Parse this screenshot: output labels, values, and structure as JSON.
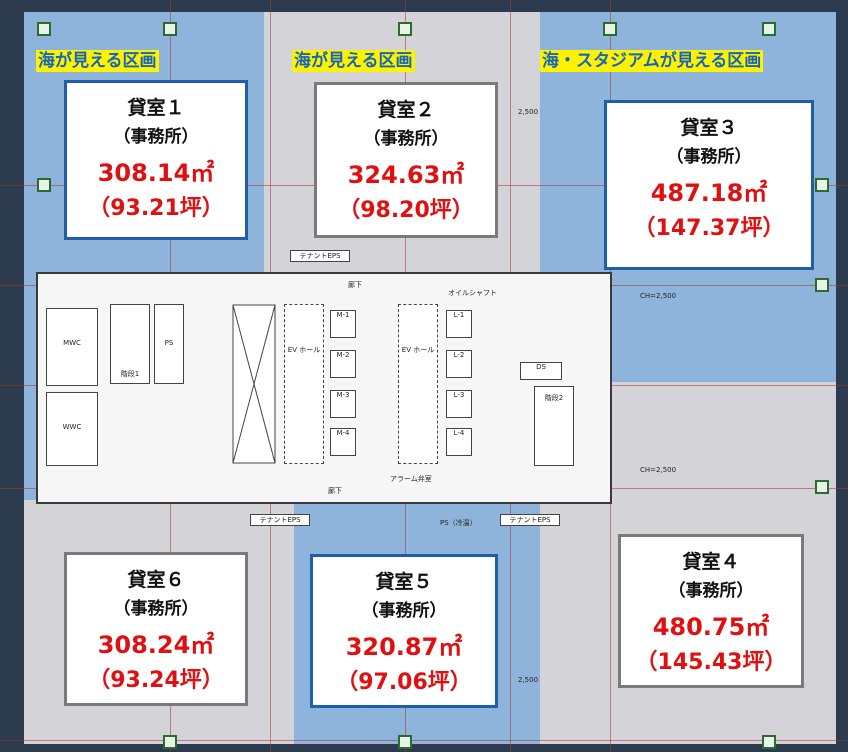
{
  "banners": {
    "top_left": "海が見える区画",
    "top_center": "海が見える区画",
    "top_right": "海・スタジアムが見える区画"
  },
  "rooms": {
    "room1": {
      "name": "貸室１",
      "use": "（事務所）",
      "area": "308.14㎡",
      "tsubo": "（93.21坪）"
    },
    "room2": {
      "name": "貸室２",
      "use": "（事務所）",
      "area": "324.63㎡",
      "tsubo": "（98.20坪）"
    },
    "room3": {
      "name": "貸室３",
      "use": "（事務所）",
      "area": "487.18㎡",
      "tsubo": "（147.37坪）"
    },
    "room4": {
      "name": "貸室４",
      "use": "（事務所）",
      "area": "480.75㎡",
      "tsubo": "（145.43坪）"
    },
    "room5": {
      "name": "貸室５",
      "use": "（事務所）",
      "area": "320.87㎡",
      "tsubo": "（97.06坪）"
    },
    "room6": {
      "name": "貸室６",
      "use": "（事務所）",
      "area": "308.24㎡",
      "tsubo": "（93.24坪）"
    }
  },
  "core_labels": {
    "tenant_eps_top": "テナントEPS",
    "tenant_eps_bottom_left": "テナントEPS",
    "tenant_eps_bottom_right": "テナントEPS",
    "corridor_top": "廊下",
    "corridor_bottom": "廊下",
    "oil_shaft": "オイルシャフト",
    "ev_hall_center": "EV ホール",
    "ev_hall_right": "EV ホール",
    "mwc": "MWC",
    "wwc": "WWC",
    "ps": "PS",
    "ds": "DS",
    "alarm": "アラーム弁室",
    "stair1": "階段1",
    "stair2": "階段2",
    "ch_right_upper": "CH=2,500",
    "ch_right_lower": "CH=2,500",
    "dim_top": "2,500",
    "dim_bottom": "2,500",
    "ps_cold": "PS（冷温）"
  },
  "elevators": {
    "m": [
      "M-1",
      "M-2",
      "M-3",
      "M-4"
    ],
    "l": [
      "L-1",
      "L-2",
      "L-3",
      "L-4"
    ]
  },
  "colors": {
    "blue_zone": "#8fb4dc",
    "gray_zone": "#d4d4d8",
    "banner_bg": "#fff200",
    "banner_text": "#1565c0",
    "area_red": "#e01010",
    "box_border_blue": "#1e5fa8"
  }
}
